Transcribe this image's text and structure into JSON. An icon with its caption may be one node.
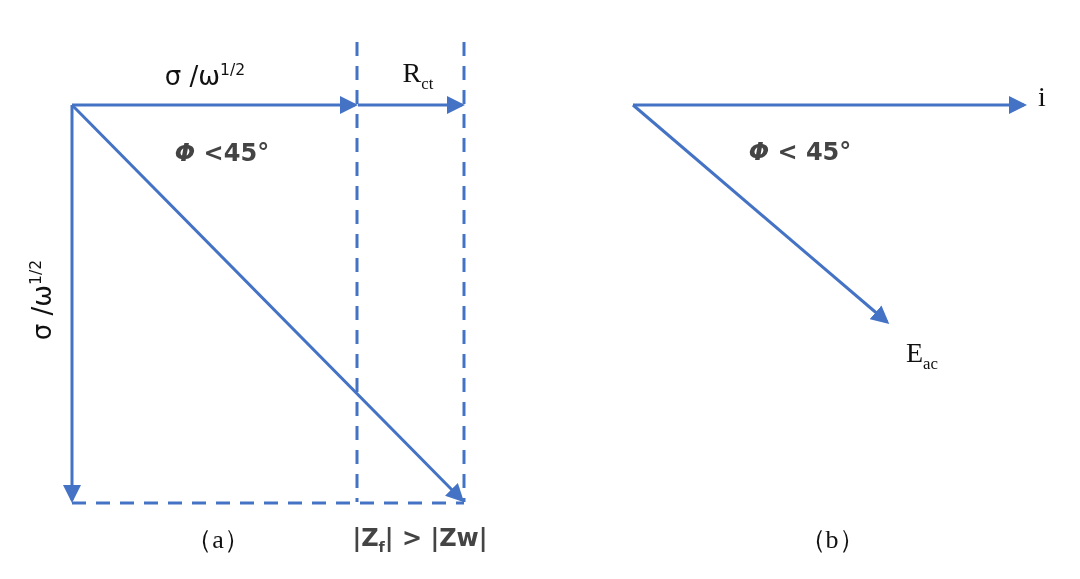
{
  "diagram": {
    "labels": [
      "σ /ω$^{1/2}$",
      "R$_{ct}$",
      "i",
      "*Φ* <45°",
      "*Φ* < 45°",
      "σ /ω$^{1/2}$",
      "E$_{ac}$",
      "（a）",
      "|Z$_{f}$| > |Zw|",
      "（b）"
    ]
  }
}
